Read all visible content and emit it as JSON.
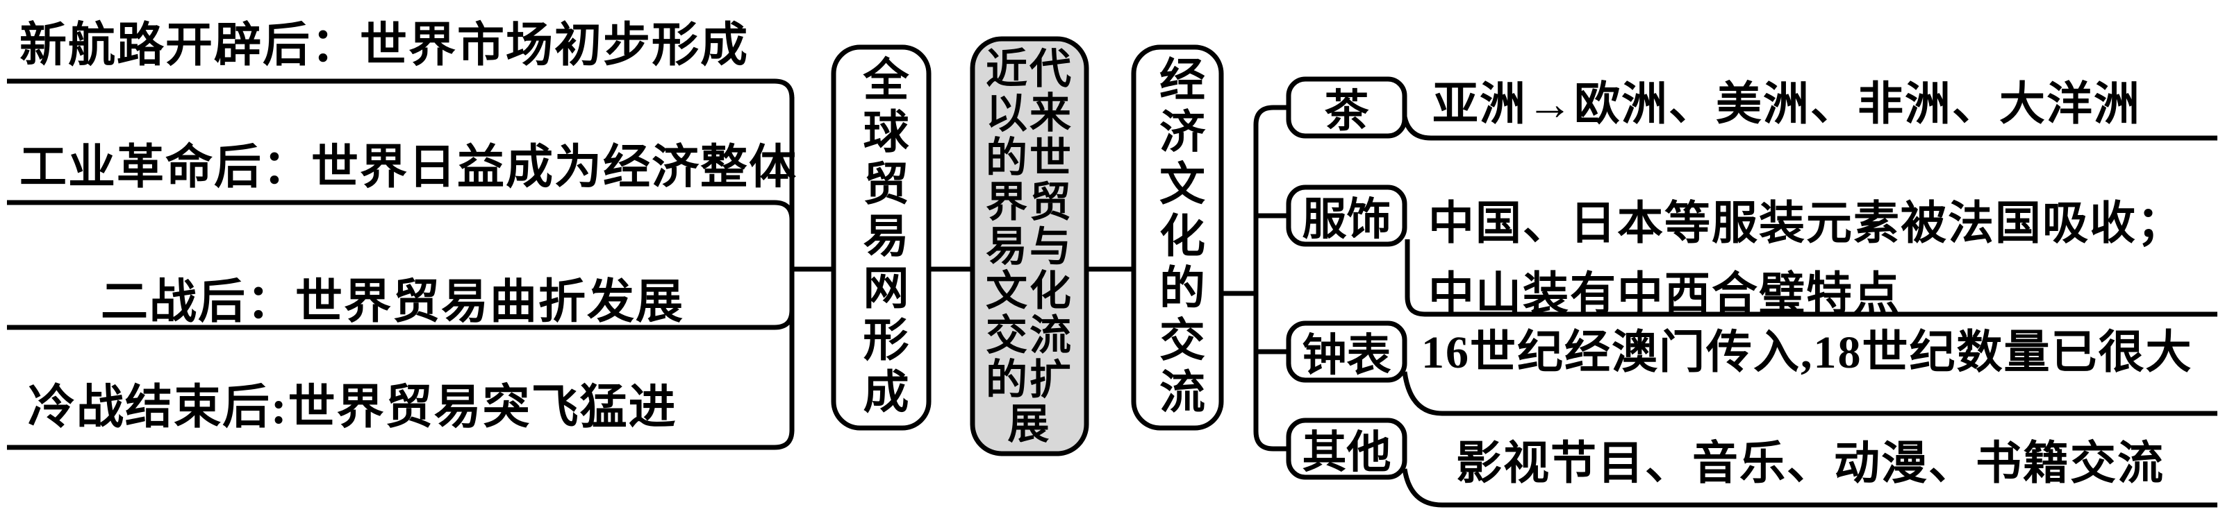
{
  "diagram": {
    "center_topic": "近代以来的世界贸易与文化交流的扩展",
    "left_branch": {
      "node_label": "全球贸易网形成",
      "items": [
        "新航路开辟后：世界市场初步形成",
        "工业革命后：世界日益成为经济整体",
        "二战后：世界贸易曲折发展",
        "冷战结束后:世界贸易突飞猛进"
      ]
    },
    "right_branch": {
      "node_label": "经济文化的交流",
      "items": [
        {
          "label": "茶",
          "description": "亚洲→欧洲、美洲、非洲、大洋洲"
        },
        {
          "label": "服饰",
          "lines": [
            "中国、日本等服装元素被法国吸收；",
            "中山装有中西合璧特点"
          ]
        },
        {
          "label": "钟表",
          "description": "16世纪经澳门传入,18世纪数量已很大"
        },
        {
          "label": "其他",
          "description": "影视节目、音乐、动漫、书籍交流"
        }
      ]
    },
    "colors": {
      "background": "#ffffff",
      "line": "#000000",
      "center_box_fill": "#d8d8d8",
      "node_box_fill": "#ffffff"
    }
  }
}
